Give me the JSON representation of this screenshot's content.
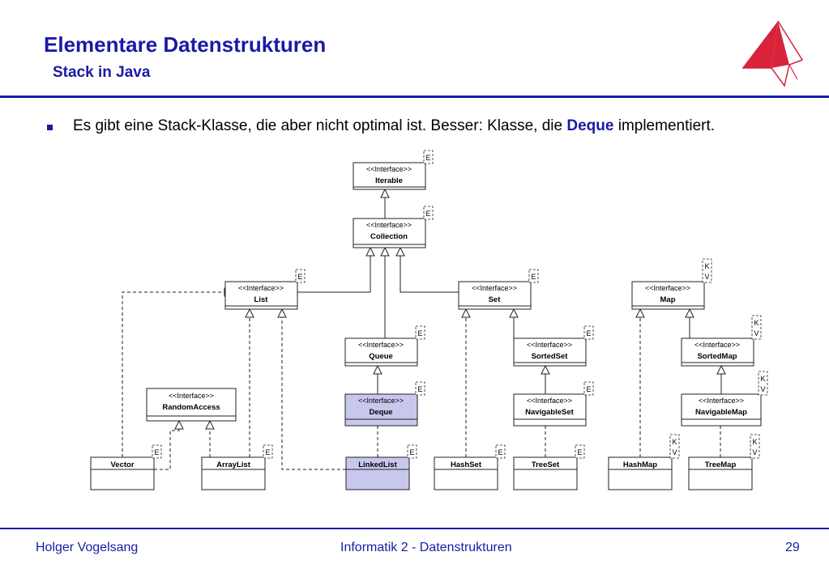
{
  "header": {
    "title": "Elementare Datenstrukturen",
    "subtitle": "Stack in Java"
  },
  "bullet": {
    "before": "Es gibt eine Stack-Klasse, die aber nicht optimal ist. Besser: Klasse, die ",
    "highlight": "Deque",
    "after": " implementiert."
  },
  "diagram": {
    "stereotype": "<<Interface>>",
    "generic_E": "E",
    "generic_K": "K",
    "generic_V": "V",
    "interfaces": {
      "iterable": "Iterable",
      "collection": "Collection",
      "list": "List",
      "set": "Set",
      "map": "Map",
      "queue": "Queue",
      "sortedset": "SortedSet",
      "sortedmap": "SortedMap",
      "randomaccess": "RandomAccess",
      "deque": "Deque",
      "navigableset": "NavigableSet",
      "navigablemap": "NavigableMap"
    },
    "classes": {
      "vector": "Vector",
      "arraylist": "ArrayList",
      "linkedlist": "LinkedList",
      "hashset": "HashSet",
      "treeset": "TreeSet",
      "hashmap": "HashMap",
      "treemap": "TreeMap"
    },
    "highlight_color": "#c8c8ee"
  },
  "footer": {
    "author": "Holger Vogelsang",
    "course": "Informatik 2 - Datenstrukturen",
    "page": "29"
  },
  "colors": {
    "accent": "#1a1aa6",
    "logo": "#d8233a"
  }
}
